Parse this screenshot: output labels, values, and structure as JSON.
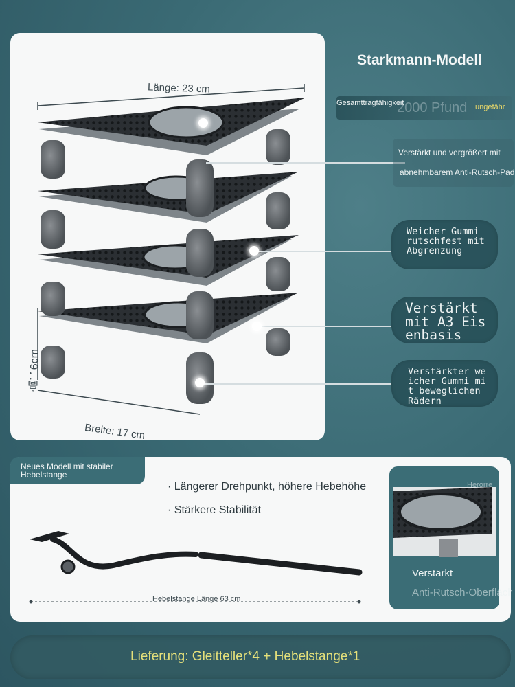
{
  "title": "Starkmann-Modell",
  "capacity": {
    "label": "Gesamttragfähigkeit",
    "value": "2000 Pfund",
    "approx": "ungefähr"
  },
  "dimensions": {
    "length": "Länge: 23 cm",
    "width": "Breite: 17 cm",
    "height": "高：6cm"
  },
  "features": [
    {
      "line1": "Verstärkt und vergrößert mit",
      "line2": "abnehmbarem Anti-Rutsch-Pad"
    },
    {
      "text": "Weicher Gummi rutschfest mit Abgrenzung"
    },
    {
      "text": "Verstärkt mit A3 Eisenbasis"
    },
    {
      "text": "Verstärkter weicher Gummi mit beweglichen Rädern"
    }
  ],
  "lever": {
    "tag": "Neues Modell mit stabiler Hebelstange",
    "bullets": [
      "· Längerer Drehpunkt, höhere Hebehöhe",
      "· Stärkere Stabilität"
    ],
    "length": "Hebelstange Länge 63 cm"
  },
  "inset": {
    "watermark": "Herorre",
    "title": "Verstärkt",
    "subtitle": "Anti-Rutsch-Oberfläche"
  },
  "delivery": "Lieferung: Gleitteller*4 + Hebelstange*1",
  "colors": {
    "background": "#3a6a74",
    "panel": "#f7f8f8",
    "accent_yellow": "#e5e07a",
    "platform_dark": "#2b2f33"
  }
}
